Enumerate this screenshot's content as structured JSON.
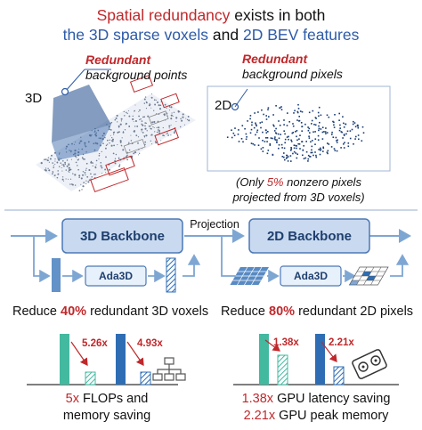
{
  "header": {
    "line1_red": "Spatial redundancy",
    "line1_rest": " exists in both",
    "line2_a": "the 3D sparse voxels",
    "line2_and": " and ",
    "line2_b": "2D BEV features"
  },
  "left_panel": {
    "tag": "3D",
    "callout_bold": "Redundant",
    "callout_rest": "background points"
  },
  "right_panel": {
    "tag": "2D",
    "callout_bold": "Redundant",
    "callout_rest": "background pixels",
    "note_pre": "(Only ",
    "note_pct": "5%",
    "note_post": " nonzero pixels",
    "note_line2": "projected from 3D voxels)"
  },
  "pipeline": {
    "backbone3d": "3D Backbone",
    "projection": "Projection",
    "backbone2d": "2D Backbone",
    "ada_left": "Ada3D",
    "ada_right": "Ada3D"
  },
  "reduce": {
    "left_pre": "Reduce ",
    "left_pct": "40%",
    "left_post": " redundant 3D voxels",
    "right_pre": "Reduce ",
    "right_pct": "80%",
    "right_post": " redundant 2D pixels"
  },
  "left_chart": {
    "speedup_a": "5.26x",
    "speedup_b": "4.93x",
    "caption_pct": "5x",
    "caption_l1": " FLOPs and",
    "caption_l2": "memory saving",
    "icon": "hierarchy-icon"
  },
  "right_chart": {
    "speedup_a": "1.38x",
    "speedup_b": "2.21x",
    "caption1_pct": "1.38x",
    "caption1_rest": " GPU latency saving",
    "caption2_pct": "2.21x",
    "caption2_rest": " GPU peak memory",
    "icon": "gpu-icon"
  },
  "colors": {
    "red": "#c0282b",
    "blue": "#2d5aa8",
    "teal": "#43b9a0",
    "bar_blue": "#2e6db4",
    "box_fill": "#c9daf0",
    "box_stroke": "#4c78b6",
    "arrow": "#7ea6d3"
  }
}
